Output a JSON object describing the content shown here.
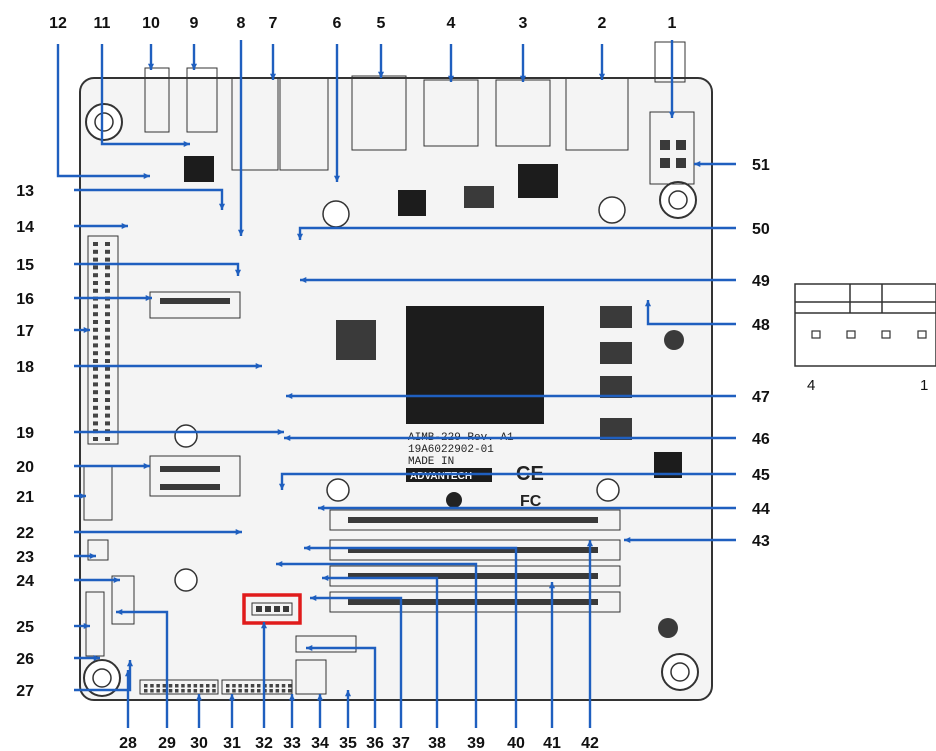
{
  "diagram": {
    "labels_top": [
      "12",
      "11",
      "10",
      "9",
      "8",
      "7",
      "6",
      "5",
      "4",
      "3",
      "2",
      "1"
    ],
    "labels_bottom": [
      "28",
      "29",
      "30",
      "31",
      "32",
      "33",
      "34",
      "35",
      "36",
      "37",
      "38",
      "39",
      "40",
      "41",
      "42"
    ],
    "labels_left": [
      "13",
      "14",
      "15",
      "16",
      "17",
      "18",
      "19",
      "20",
      "21",
      "22",
      "23",
      "24",
      "25",
      "26",
      "27"
    ],
    "labels_right": [
      "51",
      "50",
      "49",
      "48",
      "47",
      "46",
      "45",
      "44",
      "43"
    ],
    "silkscreen": {
      "model": "AIMB-229 Rev. A1",
      "part_no": "19A6022902-01",
      "made_in": "MADE IN",
      "brand": "ADVANTECH"
    },
    "connector_inset": {
      "pin_left": "4",
      "pin_right": "1"
    }
  }
}
